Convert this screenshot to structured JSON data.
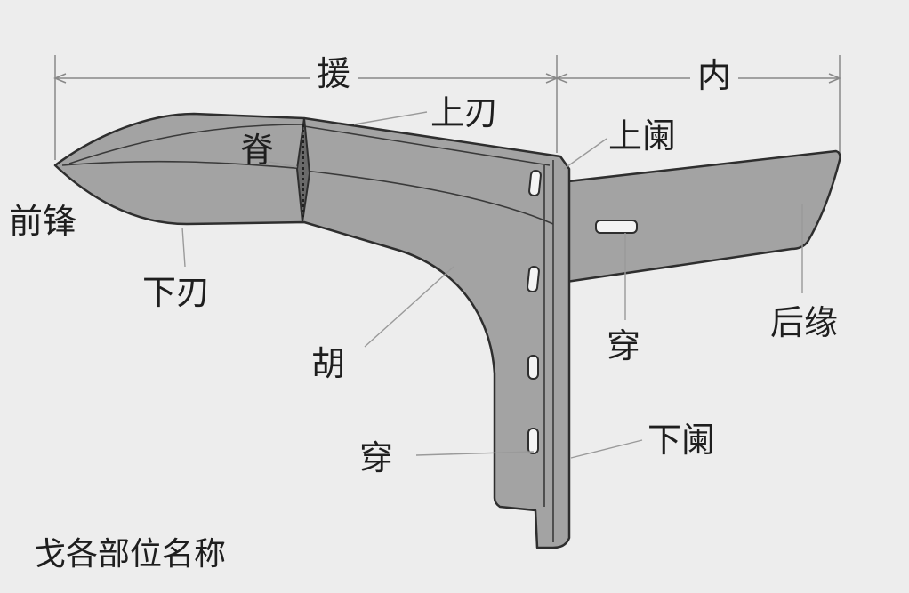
{
  "labels": {
    "yuan": "援",
    "nei": "内",
    "shang_ren": "上刃",
    "shang_lan": "上阑",
    "ji": "脊",
    "qian_feng": "前锋",
    "xia_ren": "下刃",
    "hu": "胡",
    "chuan_nei": "穿",
    "hou_yuan": "后缘",
    "chuan_hu": "穿",
    "xia_lan": "下阑"
  },
  "caption": "戈各部位名称",
  "colors": {
    "background": "#ededed",
    "blade_fill": "#a3a3a3",
    "outline": "#2e2e2e",
    "leader": "#9a9a9a",
    "text": "#1e1e1e"
  }
}
